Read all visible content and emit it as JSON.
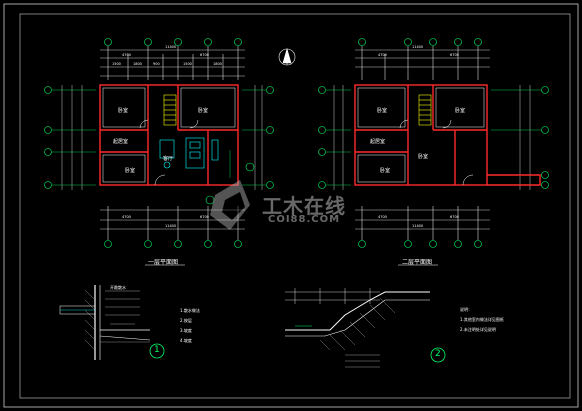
{
  "plan1": {
    "title": "一层平面图",
    "room_labels": [
      "卧室",
      "卧室",
      "起居室",
      "客厅",
      "卧室"
    ]
  },
  "plan2": {
    "title": "二层平面图",
    "room_labels": [
      "卧室",
      "卧室",
      "起居室",
      "卧室",
      "卧室"
    ]
  },
  "detail1": {
    "number": "1",
    "label": "开敞散水",
    "notes": [
      "1.散水做法",
      "2.按层",
      "3.坡度",
      "4.坡度"
    ]
  },
  "detail2": {
    "number": "2",
    "label": "说明：",
    "notes": [
      "1.其他室内做法详见图纸",
      "2.未注明处详见说明"
    ]
  },
  "watermark": {
    "brand": "工木在线",
    "site": "COI88.COM"
  },
  "colors": {
    "background": "#000000",
    "wall": "#ff2a2a",
    "dimension": "#ffffff",
    "axis": "#00ff66",
    "stair": "#ffff00",
    "furniture": "#00ffff",
    "frame": "#d0d0d0"
  }
}
